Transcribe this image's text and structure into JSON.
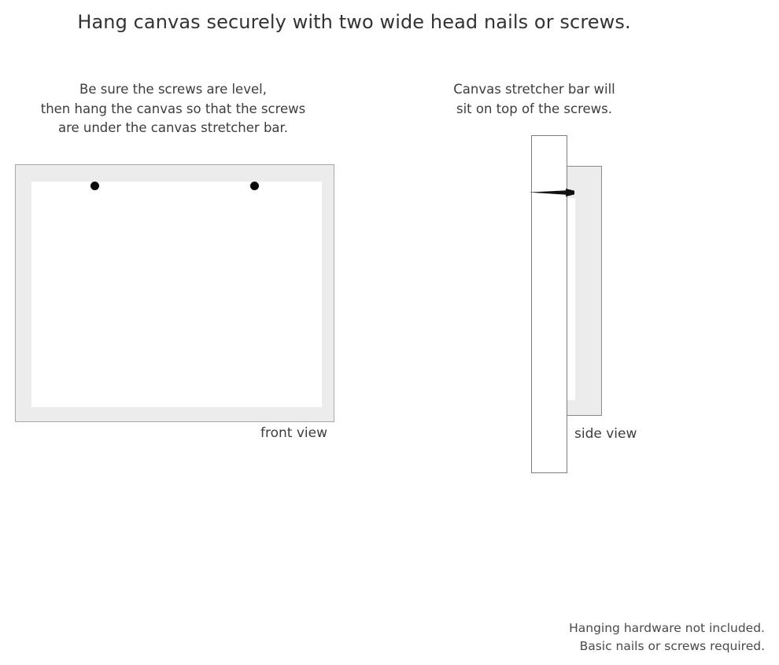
{
  "page": {
    "title": "Hang canvas securely with two wide head nails or screws.",
    "background_color": "#ffffff",
    "text_color": "#3a3a3a"
  },
  "instructions": {
    "left": {
      "lines": [
        "Be sure the screws are level,",
        "then hang the canvas so that the screws",
        "are under the canvas stretcher bar."
      ]
    },
    "right": {
      "lines": [
        "Canvas stretcher bar will",
        "sit on top of the screws."
      ]
    }
  },
  "diagrams": {
    "front": {
      "label": "front view",
      "frame_color": "#ececec",
      "frame_border_color": "#a8a8a8",
      "inner_color": "#ffffff",
      "screw_marks": 2,
      "screw_color": "#0b0b0b"
    },
    "side": {
      "label": "side view",
      "wall_color": "#ffffff",
      "wall_border_color": "#7d7d7d",
      "canvas_color": "#ececec",
      "canvas_border_color": "#8a8a8a",
      "canvas_inner_color": "#ffffff",
      "nail_color": "#111111",
      "nail_name": "wide-head-nail"
    }
  },
  "footer": {
    "lines": [
      "Hanging hardware not included.",
      "Basic nails or screws required."
    ]
  }
}
